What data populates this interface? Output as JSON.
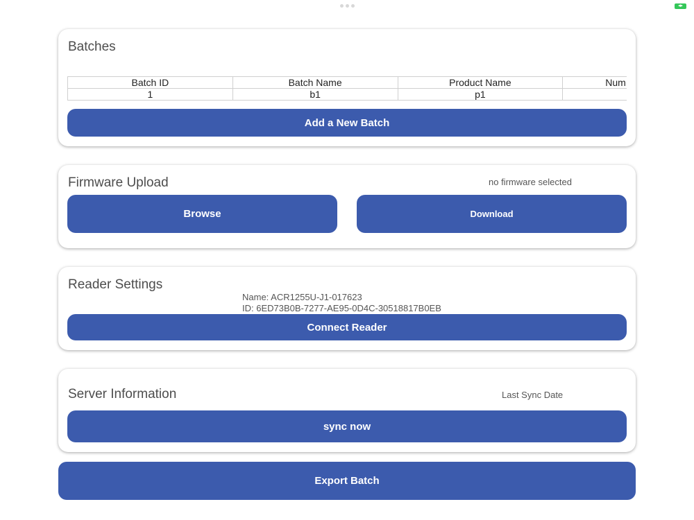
{
  "status_bar": {
    "battery_icon": "battery-charging-icon",
    "battery_color": "#34c759"
  },
  "accent_color": "#3c5bad",
  "batches": {
    "title": "Batches",
    "table": {
      "columns": [
        "Batch ID",
        "Batch Name",
        "Product Name",
        "Num"
      ],
      "rows": [
        [
          "1",
          "b1",
          "p1",
          ""
        ]
      ]
    },
    "add_button_label": "Add a New Batch"
  },
  "firmware": {
    "title": "Firmware Upload",
    "status": "no firmware selected",
    "browse_label": "Browse",
    "download_label": "Download"
  },
  "reader": {
    "title": "Reader Settings",
    "name_line": "Name: ACR1255U-J1-017623",
    "id_line": "ID: 6ED73B0B-7277-AE95-0D4C-30518817B0EB",
    "connect_label": "Connect Reader"
  },
  "server": {
    "title": "Server Information",
    "last_sync_label": "Last Sync Date",
    "sync_label": "sync now"
  },
  "export_label": "Export Batch"
}
